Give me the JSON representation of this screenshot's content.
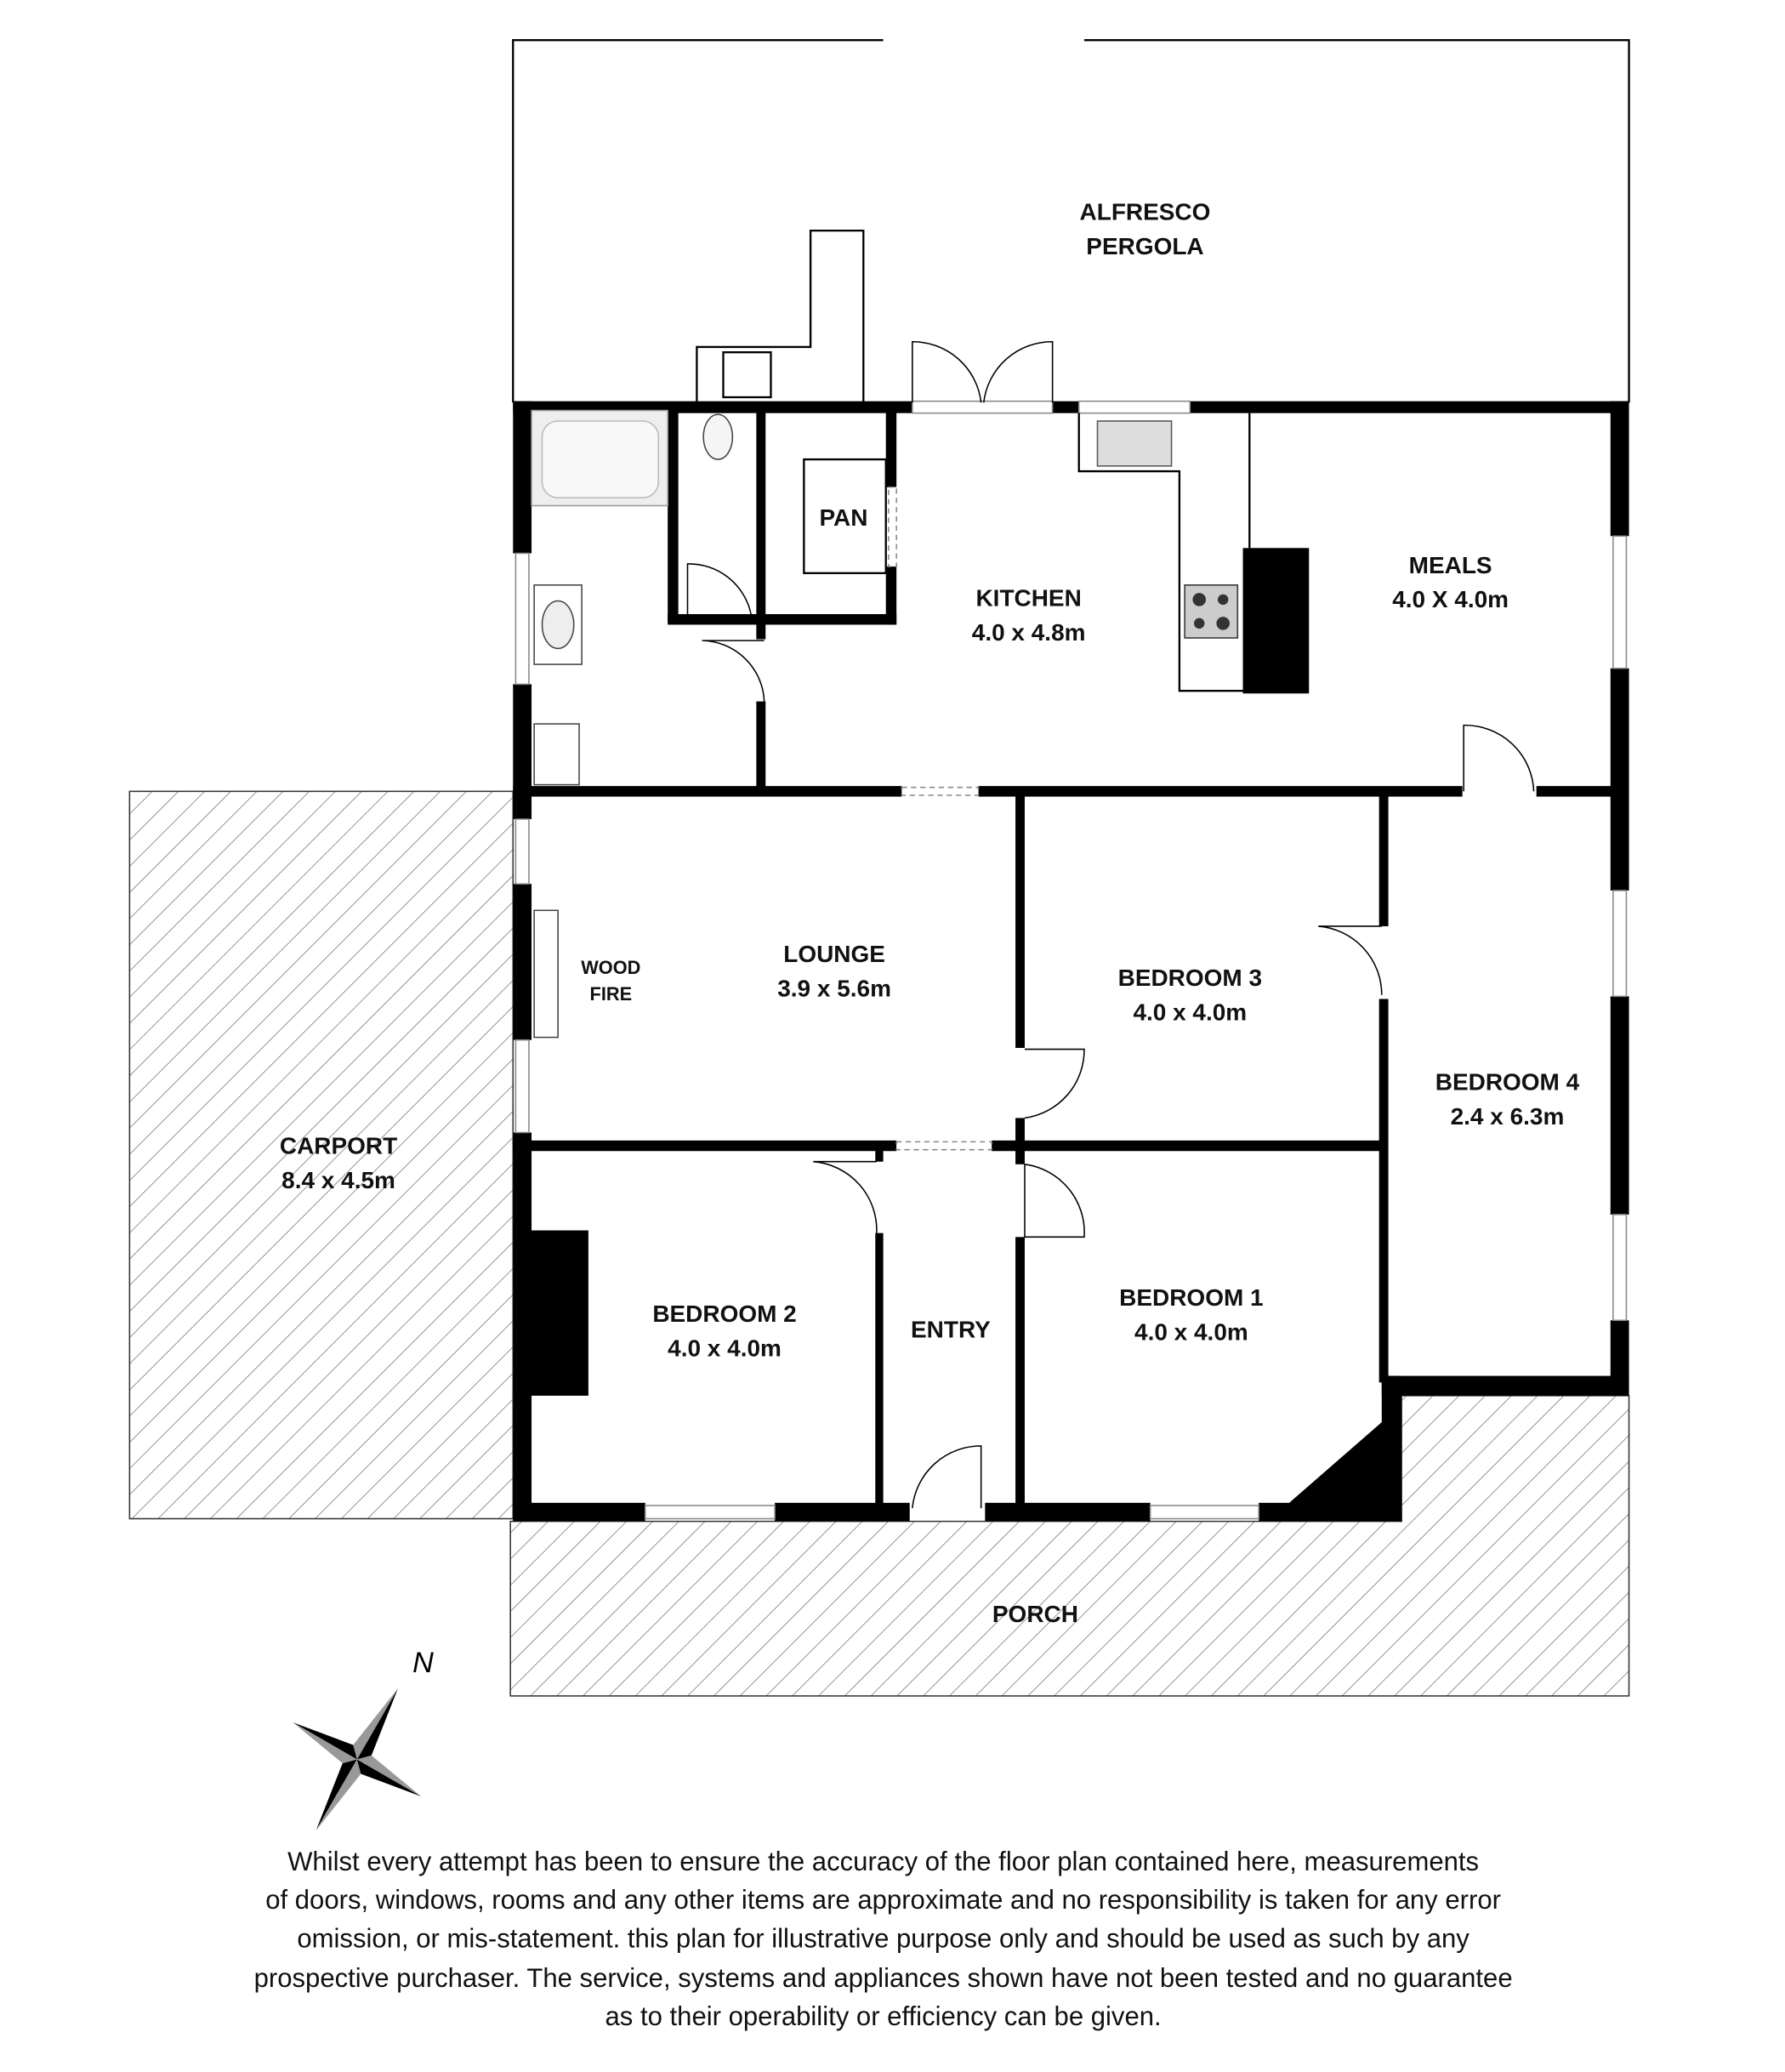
{
  "rooms": {
    "alfresco": {
      "name": "ALFRESCO",
      "name2": "PERGOLA"
    },
    "pan": {
      "name": "PAN"
    },
    "kitchen": {
      "name": "KITCHEN",
      "size": "4.0 x 4.8m"
    },
    "meals": {
      "name": "MEALS",
      "size": "4.0 X 4.0m"
    },
    "wood_fire": {
      "line1": "WOOD",
      "line2": "FIRE"
    },
    "lounge": {
      "name": "LOUNGE",
      "size": "3.9 x 5.6m"
    },
    "bedroom3": {
      "name": "BEDROOM 3",
      "size": "4.0 x 4.0m"
    },
    "bedroom4": {
      "name": "BEDROOM 4",
      "size": "2.4 x 6.3m"
    },
    "carport": {
      "name": "CARPORT",
      "size": "8.4 x 4.5m"
    },
    "bedroom2": {
      "name": "BEDROOM 2",
      "size": "4.0 x 4.0m"
    },
    "entry": {
      "name": "ENTRY"
    },
    "bedroom1": {
      "name": "BEDROOM 1",
      "size": "4.0 x 4.0m"
    },
    "porch": {
      "name": "PORCH"
    }
  },
  "compass": {
    "label": "N"
  },
  "disclaimer": [
    "Whilst every attempt has been to ensure the accuracy of the floor plan contained here, measurements",
    "of doors, windows, rooms and any other items are approximate and no responsibility is taken for any error",
    "omission, or mis-statement. this plan for illustrative purpose only and should be used as such by any",
    "prospective purchaser. The service, systems and appliances shown have not been tested and no guarantee",
    "as to their operability or efficiency can be given."
  ]
}
